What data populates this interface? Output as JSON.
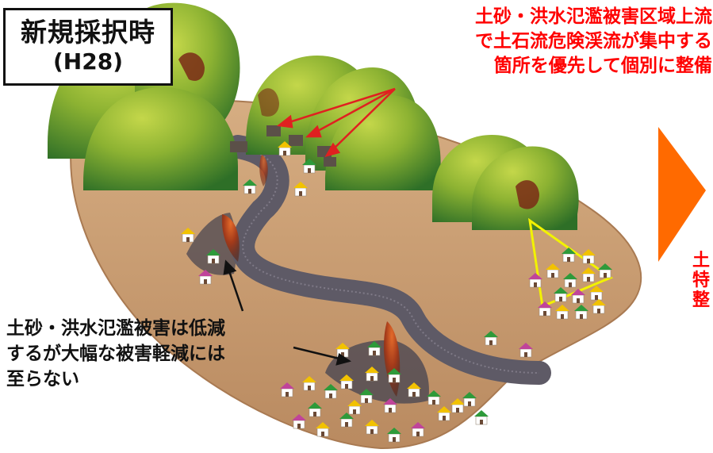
{
  "title": {
    "line1": "新規採択時",
    "line2": "(H28)"
  },
  "annotation_priority": {
    "lines": [
      "土砂・洪水氾濫被害区域上流",
      "で土石流危険渓流が集中する",
      "箇所を優先して個別に整備"
    ],
    "color": "#ff0000"
  },
  "annotation_effect": {
    "lines": [
      "土砂・洪水氾濫被害は低減",
      "するが大幅な被害軽減には",
      "至らない"
    ],
    "color": "#111111"
  },
  "next_panel_fragment": {
    "chars": [
      "土",
      "特",
      "整"
    ],
    "color": "#ff0000"
  },
  "colors": {
    "ground": "#c69a6e",
    "ground_edge": "#a97a52",
    "river": "#5e5a66",
    "mountain_light": "#a9c43b",
    "mountain_dark": "#2f7a2a",
    "arrow_next": "#ff6a00",
    "highlight_zone": "#f2f200",
    "annotation_arrow": "#e02020"
  },
  "icons": {
    "next_arrow": "triangle-right-icon",
    "house": "house-icon",
    "sabo_dam": "dam-icon"
  }
}
